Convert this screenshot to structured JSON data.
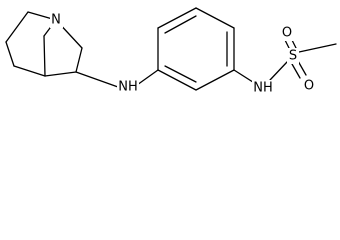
{
  "structure": {
    "atoms": {
      "n_quinuclidine": "N",
      "nh_amine": "NH",
      "nh_sulfonamide": "NH",
      "sulfur": "S",
      "oxygen_top": "O",
      "oxygen_bottom": "O"
    }
  },
  "colors": {
    "bond": "#000000",
    "label": "#000000",
    "background": "#ffffff"
  }
}
